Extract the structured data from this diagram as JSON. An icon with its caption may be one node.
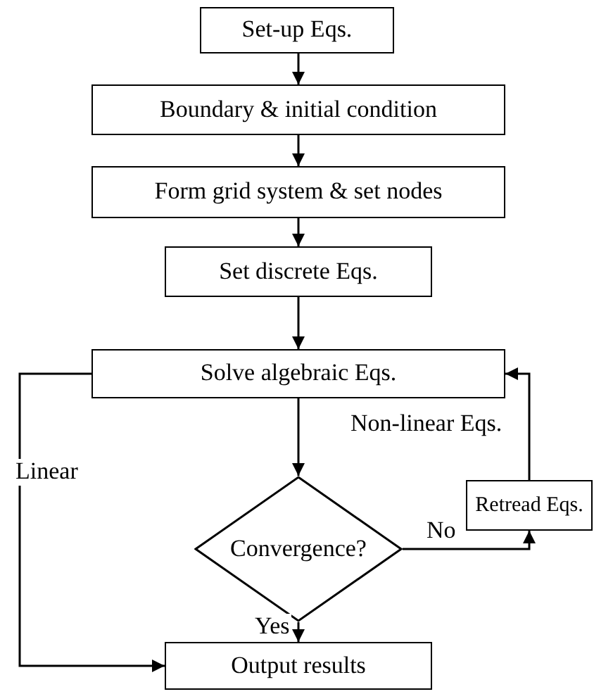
{
  "diagram": {
    "nodes": [
      {
        "text": [
          "Set-up Eqs."
        ]
      },
      {
        "text": [
          "Boundary & initial condition"
        ]
      },
      {
        "text": [
          "Form grid system & set nodes"
        ]
      },
      {
        "text": [
          "Set discrete Eqs."
        ]
      },
      {
        "text": [
          "Solve algebraic Eqs."
        ]
      },
      {
        "text": [
          "Retread Eqs."
        ]
      },
      {
        "text": [
          "Convergence?"
        ]
      },
      {
        "text": [
          "Output results"
        ]
      }
    ],
    "edges": [
      {
        "from": 0,
        "to": 1,
        "arrow": "to"
      },
      {
        "from": 1,
        "to": 2,
        "arrow": "to"
      },
      {
        "from": 2,
        "to": 3,
        "arrow": "to"
      },
      {
        "from": 3,
        "to": 4,
        "arrow": "to"
      },
      {
        "from": 4,
        "to": 6,
        "arrow": "to",
        "label": "Non-linear Eqs."
      },
      {
        "from": 6,
        "to": 5,
        "arrow": "to",
        "label": "No"
      },
      {
        "from": 5,
        "to": 4,
        "arrow": "to"
      },
      {
        "from": 6,
        "to": 7,
        "arrow": "to",
        "label": "Yes"
      },
      {
        "from": 4,
        "to": 7,
        "arrow": "to",
        "label": "Linear"
      }
    ]
  }
}
